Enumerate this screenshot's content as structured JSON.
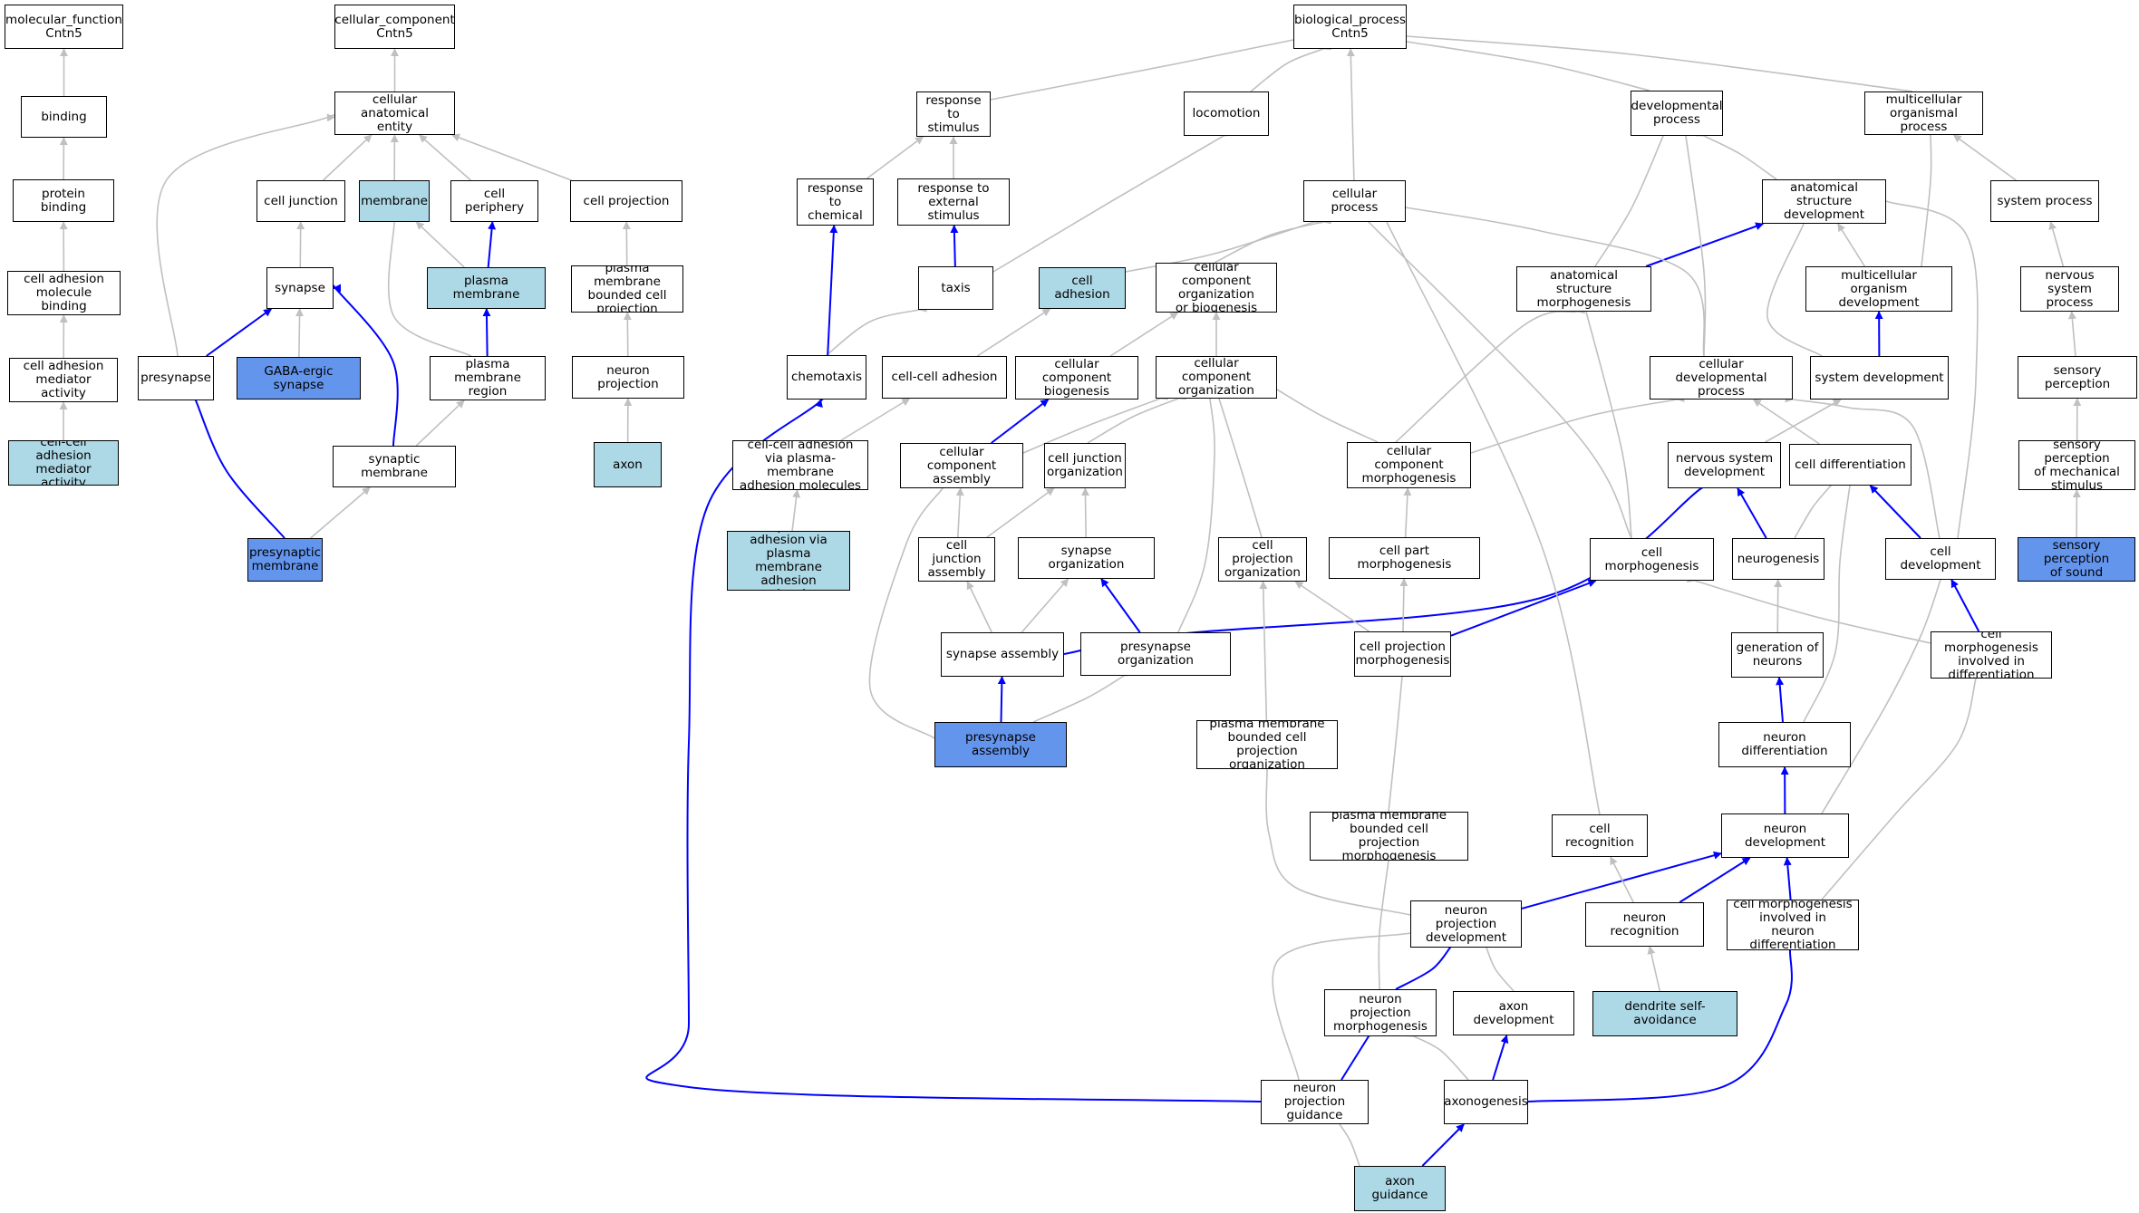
{
  "colors": {
    "edge_gray": "#c0c0c0",
    "edge_blue": "#0000ff",
    "light": "#add8e6",
    "blue": "#6495ed"
  },
  "nodes": [
    {
      "id": "mf",
      "label": "molecular_function\nCntn5",
      "fill": "white"
    },
    {
      "id": "binding",
      "label": "binding",
      "fill": "white"
    },
    {
      "id": "protbind",
      "label": "protein binding",
      "fill": "white"
    },
    {
      "id": "cambind",
      "label": "cell adhesion\nmolecule binding",
      "fill": "white"
    },
    {
      "id": "camact",
      "label": "cell adhesion\nmediator activity",
      "fill": "white"
    },
    {
      "id": "cccamact",
      "label": "cell-cell adhesion\nmediator activity",
      "fill": "light"
    },
    {
      "id": "cc",
      "label": "cellular_component\nCntn5",
      "fill": "white"
    },
    {
      "id": "cae",
      "label": "cellular anatomical\nentity",
      "fill": "white"
    },
    {
      "id": "celljunc",
      "label": "cell junction",
      "fill": "white"
    },
    {
      "id": "membrane",
      "label": "membrane",
      "fill": "light"
    },
    {
      "id": "cellperiph",
      "label": "cell periphery",
      "fill": "white"
    },
    {
      "id": "cellproj",
      "label": "cell projection",
      "fill": "white"
    },
    {
      "id": "synapse",
      "label": "synapse",
      "fill": "white"
    },
    {
      "id": "plasmamem",
      "label": "plasma membrane",
      "fill": "light"
    },
    {
      "id": "pmbcp",
      "label": "plasma membrane\nbounded cell\nprojection",
      "fill": "white"
    },
    {
      "id": "presynapse",
      "label": "presynapse",
      "fill": "white"
    },
    {
      "id": "gaba",
      "label": "GABA-ergic synapse",
      "fill": "blue"
    },
    {
      "id": "pmregion",
      "label": "plasma membrane\nregion",
      "fill": "white"
    },
    {
      "id": "neuronproj",
      "label": "neuron projection",
      "fill": "white"
    },
    {
      "id": "synmem",
      "label": "synaptic membrane",
      "fill": "white"
    },
    {
      "id": "axon",
      "label": "axon",
      "fill": "light"
    },
    {
      "id": "presynmem",
      "label": "presynaptic\nmembrane",
      "fill": "blue"
    },
    {
      "id": "bp",
      "label": "biological_process\nCntn5",
      "fill": "white"
    },
    {
      "id": "resp",
      "label": "response to\nstimulus",
      "fill": "white"
    },
    {
      "id": "locomotion",
      "label": "locomotion",
      "fill": "white"
    },
    {
      "id": "devproc",
      "label": "developmental\nprocess",
      "fill": "white"
    },
    {
      "id": "multiproc",
      "label": "multicellular\norganismal process",
      "fill": "white"
    },
    {
      "id": "respchem",
      "label": "response to\nchemical",
      "fill": "white"
    },
    {
      "id": "respext",
      "label": "response to\nexternal stimulus",
      "fill": "white"
    },
    {
      "id": "cellproc",
      "label": "cellular process",
      "fill": "white"
    },
    {
      "id": "asd",
      "label": "anatomical structure\ndevelopment",
      "fill": "white"
    },
    {
      "id": "sysproc",
      "label": "system process",
      "fill": "white"
    },
    {
      "id": "taxis",
      "label": "taxis",
      "fill": "white"
    },
    {
      "id": "celladh",
      "label": "cell adhesion",
      "fill": "light"
    },
    {
      "id": "ccob",
      "label": "cellular component\norganization\nor biogenesis",
      "fill": "white"
    },
    {
      "id": "asm",
      "label": "anatomical structure\nmorphogenesis",
      "fill": "white"
    },
    {
      "id": "mod",
      "label": "multicellular\norganism development",
      "fill": "white"
    },
    {
      "id": "nsp",
      "label": "nervous system\nprocess",
      "fill": "white"
    },
    {
      "id": "chemotaxis",
      "label": "chemotaxis",
      "fill": "white"
    },
    {
      "id": "ccadh",
      "label": "cell-cell adhesion",
      "fill": "white"
    },
    {
      "id": "ccbio",
      "label": "cellular component\nbiogenesis",
      "fill": "white"
    },
    {
      "id": "ccorg",
      "label": "cellular component\norganization",
      "fill": "white"
    },
    {
      "id": "celldevproc",
      "label": "cellular developmental\nprocess",
      "fill": "white"
    },
    {
      "id": "sysdev",
      "label": "system development",
      "fill": "white"
    },
    {
      "id": "sensperc",
      "label": "sensory perception",
      "fill": "white"
    },
    {
      "id": "ccaviapm",
      "label": "cell-cell adhesion\nvia plasma-membrane\nadhesion molecules",
      "fill": "white"
    },
    {
      "id": "ccassembly",
      "label": "cellular component\nassembly",
      "fill": "white"
    },
    {
      "id": "cjorg",
      "label": "cell junction\norganization",
      "fill": "white"
    },
    {
      "id": "ccmorph",
      "label": "cellular component\nmorphogenesis",
      "fill": "white"
    },
    {
      "id": "nsdev",
      "label": "nervous system\ndevelopment",
      "fill": "white"
    },
    {
      "id": "celldiff",
      "label": "cell differentiation",
      "fill": "white"
    },
    {
      "id": "spms",
      "label": "sensory perception\nof mechanical\nstimulus",
      "fill": "white"
    },
    {
      "id": "homophilic",
      "label": "homophilic cell\nadhesion via\nplasma membrane\nadhesion molecules",
      "fill": "light"
    },
    {
      "id": "cjassembly",
      "label": "cell junction\nassembly",
      "fill": "white"
    },
    {
      "id": "synorg",
      "label": "synapse organization",
      "fill": "white"
    },
    {
      "id": "cporg",
      "label": "cell projection\norganization",
      "fill": "white"
    },
    {
      "id": "cpmorph",
      "label": "cell part morphogenesis",
      "fill": "white"
    },
    {
      "id": "cellmorph",
      "label": "cell morphogenesis",
      "fill": "white"
    },
    {
      "id": "neurogenesis",
      "label": "neurogenesis",
      "fill": "white"
    },
    {
      "id": "celldev",
      "label": "cell development",
      "fill": "white"
    },
    {
      "id": "sps",
      "label": "sensory perception\nof sound",
      "fill": "blue"
    },
    {
      "id": "synassembly",
      "label": "synapse assembly",
      "fill": "white"
    },
    {
      "id": "presynorg",
      "label": "presynapse organization",
      "fill": "white"
    },
    {
      "id": "cprojmorph",
      "label": "cell projection\nmorphogenesis",
      "fill": "white"
    },
    {
      "id": "genneur",
      "label": "generation of\nneurons",
      "fill": "white"
    },
    {
      "id": "cmidiff",
      "label": "cell morphogenesis\ninvolved in\ndifferentiation",
      "fill": "white"
    },
    {
      "id": "presynassembly",
      "label": "presynapse assembly",
      "fill": "blue"
    },
    {
      "id": "pmbcporg",
      "label": "plasma membrane\nbounded cell\nprojection organization",
      "fill": "white"
    },
    {
      "id": "neurdiff",
      "label": "neuron differentiation",
      "fill": "white"
    },
    {
      "id": "pmbcpmorph",
      "label": "plasma membrane\nbounded cell\nprojection morphogenesis",
      "fill": "white"
    },
    {
      "id": "cellrecog",
      "label": "cell recognition",
      "fill": "white"
    },
    {
      "id": "neurdev",
      "label": "neuron development",
      "fill": "white"
    },
    {
      "id": "npdev",
      "label": "neuron projection\ndevelopment",
      "fill": "white"
    },
    {
      "id": "neurrecog",
      "label": "neuron recognition",
      "fill": "white"
    },
    {
      "id": "cmineurdiff",
      "label": "cell morphogenesis\ninvolved in\nneuron differentiation",
      "fill": "white"
    },
    {
      "id": "npmorph",
      "label": "neuron projection\nmorphogenesis",
      "fill": "white"
    },
    {
      "id": "axondev",
      "label": "axon development",
      "fill": "white"
    },
    {
      "id": "dsa",
      "label": "dendrite self-avoidance",
      "fill": "light"
    },
    {
      "id": "npguid",
      "label": "neuron projection\nguidance",
      "fill": "white"
    },
    {
      "id": "axonogenesis",
      "label": "axonogenesis",
      "fill": "white"
    },
    {
      "id": "axonguid",
      "label": "axon guidance",
      "fill": "light"
    }
  ],
  "edges": [
    {
      "from": "binding",
      "to": "mf",
      "color": "gray"
    },
    {
      "from": "protbind",
      "to": "binding",
      "color": "gray"
    },
    {
      "from": "cambind",
      "to": "protbind",
      "color": "gray"
    },
    {
      "from": "camact",
      "to": "cambind",
      "color": "gray"
    },
    {
      "from": "cccamact",
      "to": "camact",
      "color": "gray"
    },
    {
      "from": "cae",
      "to": "cc",
      "color": "gray"
    },
    {
      "from": "celljunc",
      "to": "cae",
      "color": "gray"
    },
    {
      "from": "membrane",
      "to": "cae",
      "color": "gray"
    },
    {
      "from": "cellperiph",
      "to": "cae",
      "color": "gray"
    },
    {
      "from": "cellproj",
      "to": "cae",
      "color": "gray"
    },
    {
      "from": "presynapse",
      "to": "cae",
      "color": "gray"
    },
    {
      "from": "synapse",
      "to": "celljunc",
      "color": "gray"
    },
    {
      "from": "plasmamem",
      "to": "membrane",
      "color": "gray"
    },
    {
      "from": "plasmamem",
      "to": "cellperiph",
      "color": "blue"
    },
    {
      "from": "pmbcp",
      "to": "cellproj",
      "color": "gray"
    },
    {
      "from": "presynapse",
      "to": "synapse",
      "color": "blue"
    },
    {
      "from": "gaba",
      "to": "synapse",
      "color": "gray"
    },
    {
      "from": "synmem",
      "to": "synapse",
      "color": "blue"
    },
    {
      "from": "pmregion",
      "to": "membrane",
      "color": "gray"
    },
    {
      "from": "pmregion",
      "to": "plasmamem",
      "color": "blue"
    },
    {
      "from": "neuronproj",
      "to": "pmbcp",
      "color": "gray"
    },
    {
      "from": "synmem",
      "to": "pmregion",
      "color": "gray"
    },
    {
      "from": "axon",
      "to": "neuronproj",
      "color": "gray"
    },
    {
      "from": "presynmem",
      "to": "presynapse",
      "color": "blue"
    },
    {
      "from": "presynmem",
      "to": "synmem",
      "color": "gray"
    },
    {
      "from": "resp",
      "to": "bp",
      "color": "gray"
    },
    {
      "from": "locomotion",
      "to": "bp",
      "color": "gray"
    },
    {
      "from": "devproc",
      "to": "bp",
      "color": "gray"
    },
    {
      "from": "multiproc",
      "to": "bp",
      "color": "gray"
    },
    {
      "from": "cellproc",
      "to": "bp",
      "color": "gray"
    },
    {
      "from": "respchem",
      "to": "resp",
      "color": "gray"
    },
    {
      "from": "respext",
      "to": "resp",
      "color": "gray"
    },
    {
      "from": "asd",
      "to": "devproc",
      "color": "gray"
    },
    {
      "from": "sysproc",
      "to": "multiproc",
      "color": "gray"
    },
    {
      "from": "taxis",
      "to": "locomotion",
      "color": "gray"
    },
    {
      "from": "taxis",
      "to": "respext",
      "color": "blue"
    },
    {
      "from": "celladh",
      "to": "cellproc",
      "color": "gray"
    },
    {
      "from": "ccob",
      "to": "cellproc",
      "color": "gray"
    },
    {
      "from": "asm",
      "to": "devproc",
      "color": "gray"
    },
    {
      "from": "asm",
      "to": "asd",
      "color": "blue"
    },
    {
      "from": "mod",
      "to": "asd",
      "color": "gray"
    },
    {
      "from": "mod",
      "to": "multiproc",
      "color": "gray"
    },
    {
      "from": "nsp",
      "to": "sysproc",
      "color": "gray"
    },
    {
      "from": "chemotaxis",
      "to": "taxis",
      "color": "gray"
    },
    {
      "from": "chemotaxis",
      "to": "respchem",
      "color": "blue"
    },
    {
      "from": "ccadh",
      "to": "celladh",
      "color": "gray"
    },
    {
      "from": "ccbio",
      "to": "ccob",
      "color": "gray"
    },
    {
      "from": "ccorg",
      "to": "ccob",
      "color": "gray"
    },
    {
      "from": "celldevproc",
      "to": "cellproc",
      "color": "gray"
    },
    {
      "from": "celldevproc",
      "to": "devproc",
      "color": "gray"
    },
    {
      "from": "sysdev",
      "to": "asd",
      "color": "gray"
    },
    {
      "from": "sysdev",
      "to": "mod",
      "color": "blue"
    },
    {
      "from": "sensperc",
      "to": "nsp",
      "color": "gray"
    },
    {
      "from": "ccaviapm",
      "to": "ccadh",
      "color": "gray"
    },
    {
      "from": "ccassembly",
      "to": "ccbio",
      "color": "blue"
    },
    {
      "from": "ccassembly",
      "to": "ccorg",
      "color": "gray"
    },
    {
      "from": "cjorg",
      "to": "ccorg",
      "color": "gray"
    },
    {
      "from": "ccmorph",
      "to": "ccorg",
      "color": "gray"
    },
    {
      "from": "ccmorph",
      "to": "asm",
      "color": "gray"
    },
    {
      "from": "ccmorph",
      "to": "celldevproc",
      "color": "gray"
    },
    {
      "from": "nsdev",
      "to": "sysdev",
      "color": "gray"
    },
    {
      "from": "celldiff",
      "to": "celldevproc",
      "color": "gray"
    },
    {
      "from": "spms",
      "to": "sensperc",
      "color": "gray"
    },
    {
      "from": "homophilic",
      "to": "ccaviapm",
      "color": "gray"
    },
    {
      "from": "cjassembly",
      "to": "ccassembly",
      "color": "gray"
    },
    {
      "from": "cjassembly",
      "to": "cjorg",
      "color": "gray"
    },
    {
      "from": "synorg",
      "to": "cjorg",
      "color": "gray"
    },
    {
      "from": "cporg",
      "to": "ccorg",
      "color": "gray"
    },
    {
      "from": "cpmorph",
      "to": "ccmorph",
      "color": "gray"
    },
    {
      "from": "cellmorph",
      "to": "asm",
      "color": "gray"
    },
    {
      "from": "cellmorph",
      "to": "cellproc",
      "color": "gray"
    },
    {
      "from": "neurogenesis",
      "to": "nsdev",
      "color": "blue"
    },
    {
      "from": "neurogenesis",
      "to": "celldiff",
      "color": "gray"
    },
    {
      "from": "celldev",
      "to": "celldiff",
      "color": "blue"
    },
    {
      "from": "celldev",
      "to": "asd",
      "color": "gray"
    },
    {
      "from": "celldev",
      "to": "celldevproc",
      "color": "gray"
    },
    {
      "from": "sps",
      "to": "spms",
      "color": "gray"
    },
    {
      "from": "synassembly",
      "to": "cjassembly",
      "color": "gray"
    },
    {
      "from": "synassembly",
      "to": "synorg",
      "color": "gray"
    },
    {
      "from": "synassembly",
      "to": "nsdev",
      "color": "blue"
    },
    {
      "from": "presynorg",
      "to": "synorg",
      "color": "blue"
    },
    {
      "from": "presynorg",
      "to": "ccorg",
      "color": "gray"
    },
    {
      "from": "cprojmorph",
      "to": "cporg",
      "color": "gray"
    },
    {
      "from": "cprojmorph",
      "to": "cpmorph",
      "color": "gray"
    },
    {
      "from": "cprojmorph",
      "to": "cellmorph",
      "color": "blue"
    },
    {
      "from": "genneur",
      "to": "neurogenesis",
      "color": "gray"
    },
    {
      "from": "cmidiff",
      "to": "cellmorph",
      "color": "gray"
    },
    {
      "from": "cmidiff",
      "to": "celldev",
      "color": "blue"
    },
    {
      "from": "presynassembly",
      "to": "synassembly",
      "color": "blue"
    },
    {
      "from": "presynassembly",
      "to": "presynorg",
      "color": "gray"
    },
    {
      "from": "presynassembly",
      "to": "ccassembly",
      "color": "gray"
    },
    {
      "from": "pmbcporg",
      "to": "cporg",
      "color": "gray"
    },
    {
      "from": "neurdiff",
      "to": "genneur",
      "color": "blue"
    },
    {
      "from": "neurdiff",
      "to": "celldiff",
      "color": "gray"
    },
    {
      "from": "pmbcpmorph",
      "to": "cprojmorph",
      "color": "gray"
    },
    {
      "from": "cellrecog",
      "to": "cellproc",
      "color": "gray"
    },
    {
      "from": "neurdev",
      "to": "neurdiff",
      "color": "blue"
    },
    {
      "from": "neurdev",
      "to": "celldev",
      "color": "gray"
    },
    {
      "from": "npdev",
      "to": "neurdev",
      "color": "blue"
    },
    {
      "from": "npdev",
      "to": "pmbcporg",
      "color": "gray"
    },
    {
      "from": "neurrecog",
      "to": "cellrecog",
      "color": "gray"
    },
    {
      "from": "neurrecog",
      "to": "neurdev",
      "color": "blue"
    },
    {
      "from": "cmineurdiff",
      "to": "neurdev",
      "color": "blue"
    },
    {
      "from": "cmineurdiff",
      "to": "cmidiff",
      "color": "gray"
    },
    {
      "from": "npmorph",
      "to": "npdev",
      "color": "blue"
    },
    {
      "from": "npmorph",
      "to": "pmbcpmorph",
      "color": "gray"
    },
    {
      "from": "axondev",
      "to": "npdev",
      "color": "gray"
    },
    {
      "from": "dsa",
      "to": "neurrecog",
      "color": "gray"
    },
    {
      "from": "npguid",
      "to": "npmorph",
      "color": "blue"
    },
    {
      "from": "npguid",
      "to": "npdev",
      "color": "gray"
    },
    {
      "from": "npguid",
      "to": "chemotaxis",
      "color": "blue"
    },
    {
      "from": "axonogenesis",
      "to": "axondev",
      "color": "blue"
    },
    {
      "from": "axonogenesis",
      "to": "npmorph",
      "color": "gray"
    },
    {
      "from": "axonogenesis",
      "to": "cmineurdiff",
      "color": "blue"
    },
    {
      "from": "axonguid",
      "to": "npguid",
      "color": "gray"
    },
    {
      "from": "axonguid",
      "to": "axonogenesis",
      "color": "blue"
    }
  ]
}
